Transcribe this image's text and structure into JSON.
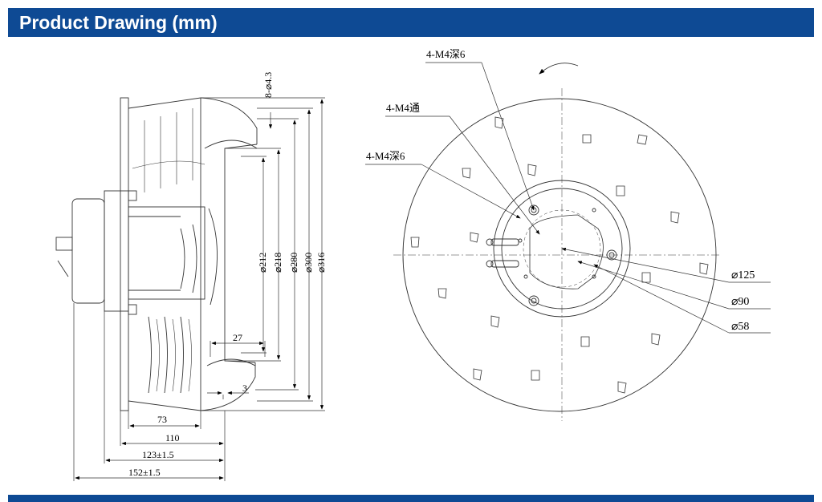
{
  "header": {
    "title": "Product Drawing (mm)"
  },
  "side_view": {
    "dims_vertical": [
      {
        "label": "8-⌀4.3"
      },
      {
        "label": "⌀212"
      },
      {
        "label": "⌀218"
      },
      {
        "label": "⌀280"
      },
      {
        "label": "⌀300"
      },
      {
        "label": "⌀316"
      }
    ],
    "dims_horizontal": [
      {
        "label": "27"
      },
      {
        "label": "3"
      },
      {
        "label": "73"
      },
      {
        "label": "110"
      },
      {
        "label": "123±1.5"
      },
      {
        "label": "152±1.5"
      }
    ]
  },
  "front_view": {
    "callouts": [
      {
        "label": "4-M4深6"
      },
      {
        "label": "4-M4通"
      },
      {
        "label": "4-M4深6"
      }
    ],
    "diameters": [
      {
        "label": "⌀125"
      },
      {
        "label": "⌀90"
      },
      {
        "label": "⌀58"
      }
    ]
  },
  "colors": {
    "header_bg": "#0e4a94",
    "header_text": "#ffffff",
    "line": "#333333"
  }
}
